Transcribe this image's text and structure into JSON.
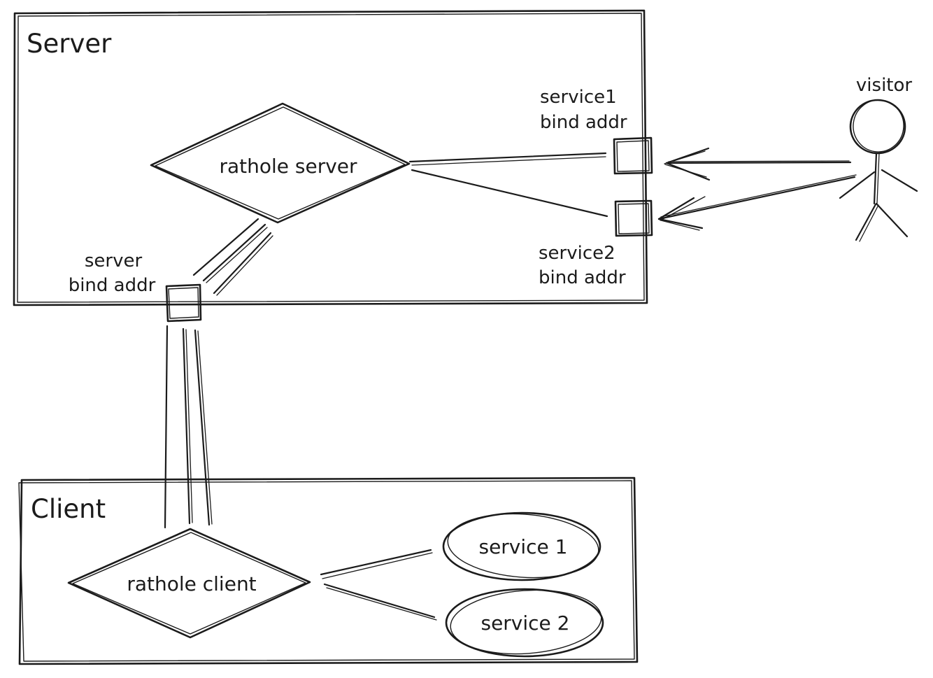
{
  "colors": {
    "stroke": "#1b1b1b",
    "background": "#ffffff"
  },
  "server_box": {
    "label": "Server"
  },
  "client_box": {
    "label": "Client"
  },
  "nodes": {
    "rathole_server": {
      "label": "rathole server"
    },
    "rathole_client": {
      "label": "rathole client"
    },
    "service1": {
      "label": "service 1"
    },
    "service2": {
      "label": "service 2"
    },
    "visitor": {
      "label": "visitor"
    }
  },
  "ports": {
    "service1_bind": {
      "line1": "service1",
      "line2": "bind addr"
    },
    "service2_bind": {
      "line1": "service2",
      "line2": "bind addr"
    },
    "server_bind": {
      "line1": "server",
      "line2": "bind addr"
    }
  },
  "edges": [
    {
      "from": "rathole server",
      "to": "service1 bind addr",
      "style": "line"
    },
    {
      "from": "rathole server",
      "to": "service2 bind addr",
      "style": "line"
    },
    {
      "from": "rathole server",
      "to": "server bind addr",
      "style": "triple-line"
    },
    {
      "from": "server bind addr",
      "to": "rathole client",
      "style": "triple-line"
    },
    {
      "from": "rathole client",
      "to": "service 1",
      "style": "line"
    },
    {
      "from": "rathole client",
      "to": "service 2",
      "style": "line"
    },
    {
      "from": "visitor",
      "to": "service1 bind addr",
      "style": "arrow"
    },
    {
      "from": "visitor",
      "to": "service2 bind addr",
      "style": "arrow"
    }
  ]
}
